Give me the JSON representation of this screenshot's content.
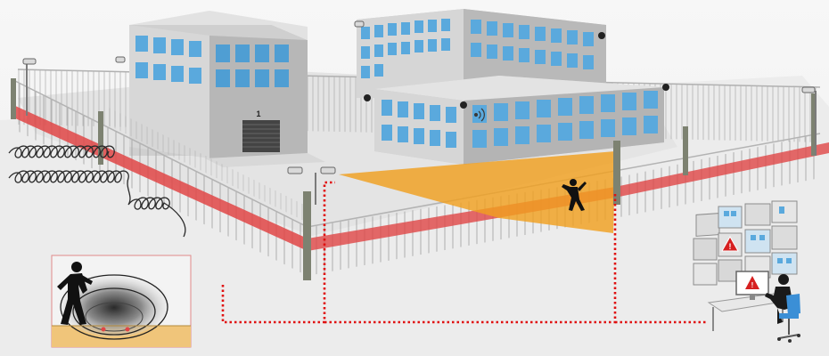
{
  "scene": {
    "building_number": "1",
    "colors": {
      "background": "#f4f4f4",
      "ground": "#e9e9e9",
      "building_wall": "#c9c9c9",
      "building_side": "#a9a9a9",
      "window": "#5aa9dd",
      "fence": "#9e9e9e",
      "post": "#7d8271",
      "perimeter_beam": "#e04646",
      "camera_zone": "#f0a020",
      "cable": "#e01010",
      "intruder": "#111111",
      "alert": "#d62020"
    },
    "icons": [
      "security-camera-icon",
      "wireless-signal-icon",
      "intruder-figure-icon",
      "warning-triangle-icon",
      "operator-figure-icon",
      "office-chair-icon"
    ],
    "elements": [
      "perimeter-fence",
      "perimeter-sensor-beam",
      "buried-sensor-cable",
      "camera-detection-zone",
      "monitoring-station",
      "sensor-detail-inset"
    ]
  }
}
